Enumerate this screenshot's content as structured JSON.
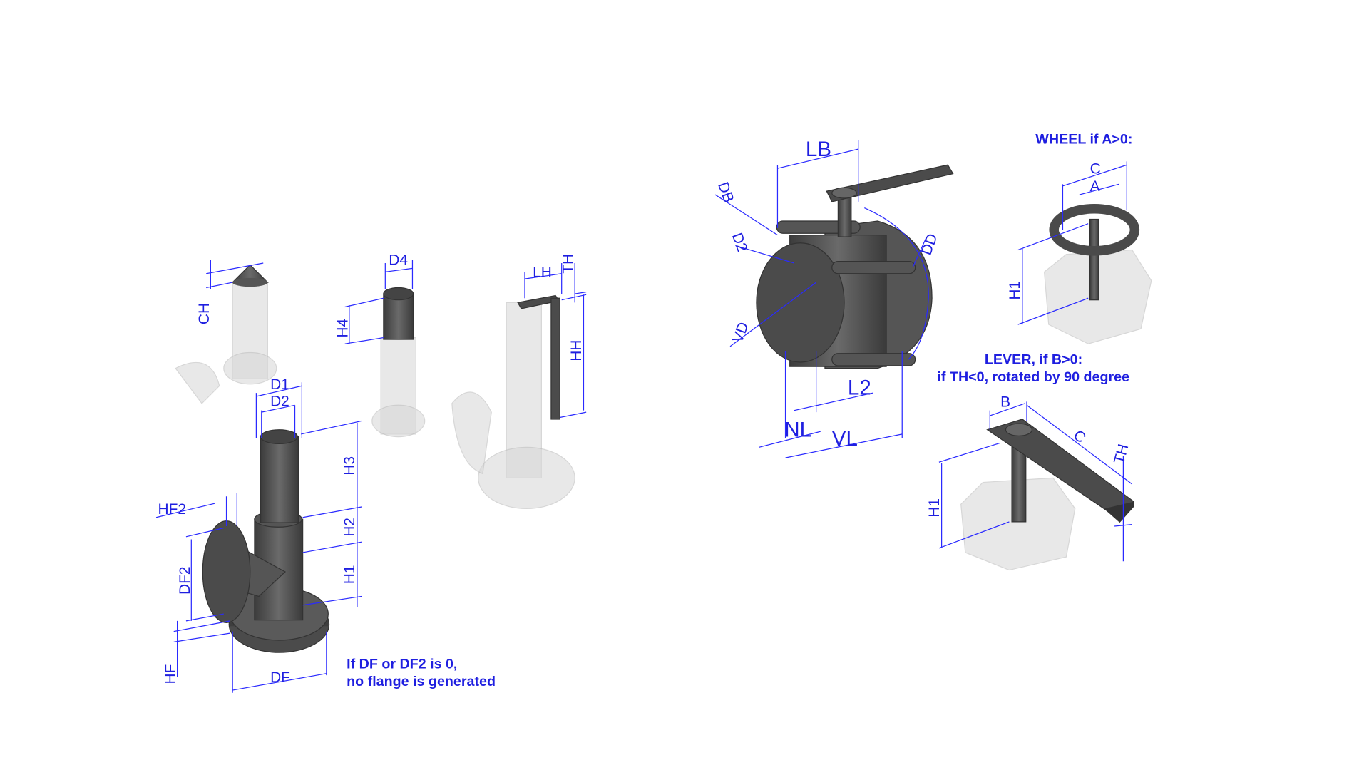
{
  "left_valve": {
    "labels": {
      "D1": "D1",
      "D2": "D2",
      "H3": "H3",
      "H2": "H2",
      "H1": "H1",
      "HF2": "HF2",
      "DF2": "DF2",
      "HF": "HF",
      "DF": "DF"
    },
    "note_line1": "If DF or DF2 is 0,",
    "note_line2": "no flange is generated"
  },
  "cone_tip": {
    "labels": {
      "CH": "CH"
    }
  },
  "cylinder_tip": {
    "labels": {
      "D4": "D4",
      "H4": "H4"
    }
  },
  "lever_tip": {
    "labels": {
      "LH": "LH",
      "TH": "TH",
      "HH": "HH"
    }
  },
  "ball_valve": {
    "labels": {
      "LB": "LB",
      "DB": "DB",
      "D2": "D2",
      "DD": "DD",
      "VD": "VD",
      "L2": "L2",
      "NL": "NL",
      "VL": "VL"
    }
  },
  "wheel": {
    "title": "WHEEL if A>0:",
    "labels": {
      "C": "C",
      "A": "A",
      "H1": "H1"
    }
  },
  "lever": {
    "title_line1": "LEVER, if B>0:",
    "title_line2": "if TH<0, rotated by 90 degree",
    "labels": {
      "B": "B",
      "C": "C",
      "TH": "TH",
      "H1": "H1"
    }
  },
  "colors": {
    "dimension": "#1f1fe0",
    "solid": "#4b4b4b",
    "ghost": "#d9d9d9"
  }
}
